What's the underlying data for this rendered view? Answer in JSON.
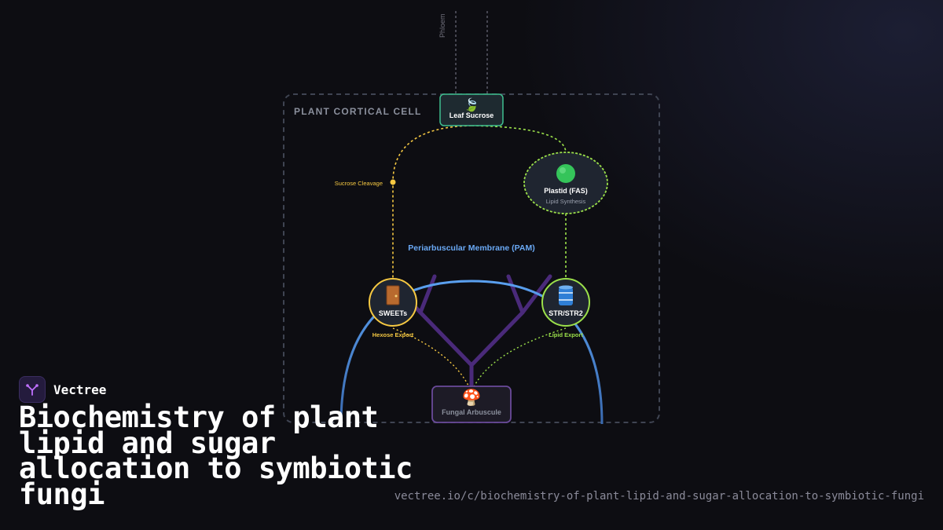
{
  "brand": {
    "name": "Vectree",
    "logo_icon": "tree-branch-icon"
  },
  "title": "Biochemistry of plant lipid and sugar allocation to symbiotic fungi",
  "url": "vectree.io/c/biochemistry-of-plant-lipid-and-sugar-allocation-to-symbiotic-fungi",
  "diagram": {
    "phloem_label": "Phloem",
    "cell_label": "PLANT CORTICAL CELL",
    "membrane_label": "Periarbuscular Membrane (PAM)",
    "leaf": {
      "title": "Leaf Sucrose",
      "icon": "leaf-icon"
    },
    "cleavage_label": "Sucrose Cleavage",
    "plastid": {
      "title": "Plastid (FAS)",
      "subtitle": "Lipid Synthesis",
      "icon": "green-circle-icon"
    },
    "sweets": {
      "title": "SWEETs",
      "caption": "Hexose Export",
      "icon": "door-icon"
    },
    "str": {
      "title": "STR/STR2",
      "caption": "Lipid Export",
      "icon": "oil-drum-icon"
    },
    "fungus": {
      "title": "Fungal Arbuscule",
      "icon": "mushroom-icon"
    }
  },
  "colors": {
    "sugar": "#f5c842",
    "lipid": "#9be04a",
    "membrane": "#5aa0f0",
    "arbuscule": "#4a2a7a",
    "leaf_border": "#3fbf8f"
  }
}
